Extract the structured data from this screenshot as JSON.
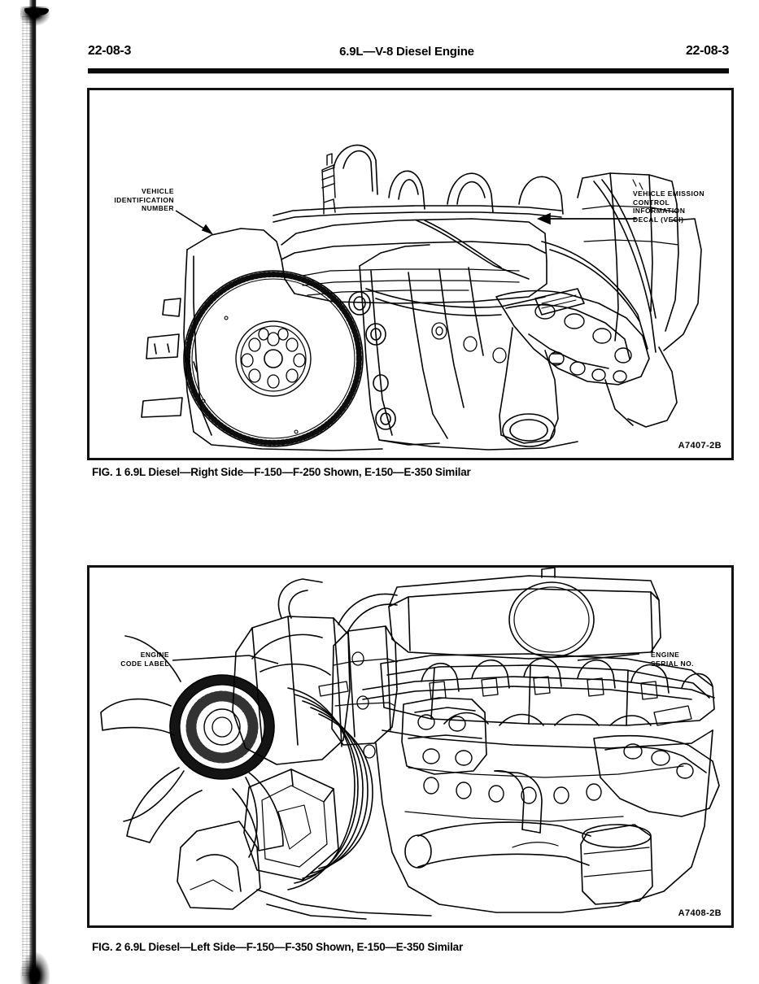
{
  "page": {
    "header": {
      "left_folio": "22-08-3",
      "title": "6.9L—V-8 Diesel Engine",
      "right_folio": "22-08-3"
    }
  },
  "figures": [
    {
      "id": "fig-1",
      "caption": "FIG. 1  6.9L Diesel—Right Side—F-150—F-250 Shown, E-150—E-350 Similar",
      "art_code": "A7407-2B",
      "subject": "6.9L V-8 diesel engine, right side view line drawing",
      "callouts": [
        {
          "name": "vehicle-identification-number",
          "text": "VEHICLE\nIDENTIFICATION\nNUMBER",
          "align": "right"
        },
        {
          "name": "vehicle-emission-control-information-decal",
          "text": "VEHICLE EMISSION\nCONTROL\nINFORMATION\nDECAL (VECI)",
          "align": "left"
        }
      ]
    },
    {
      "id": "fig-2",
      "caption": "FIG. 2  6.9L Diesel—Left Side—F-150—F-350 Shown, E-150—E-350 Similar",
      "art_code": "A7408-2B",
      "subject": "6.9L V-8 diesel engine, left side view line drawing",
      "callouts": [
        {
          "name": "engine-code-label",
          "text": "ENGINE\nCODE LABEL",
          "align": "right"
        },
        {
          "name": "engine-serial-number",
          "text": "ENGINE\nSERIAL NO.",
          "align": "left"
        }
      ]
    }
  ],
  "colors": {
    "ink": "#000000",
    "paper": "#ffffff",
    "rule": "#0a0a0a"
  }
}
